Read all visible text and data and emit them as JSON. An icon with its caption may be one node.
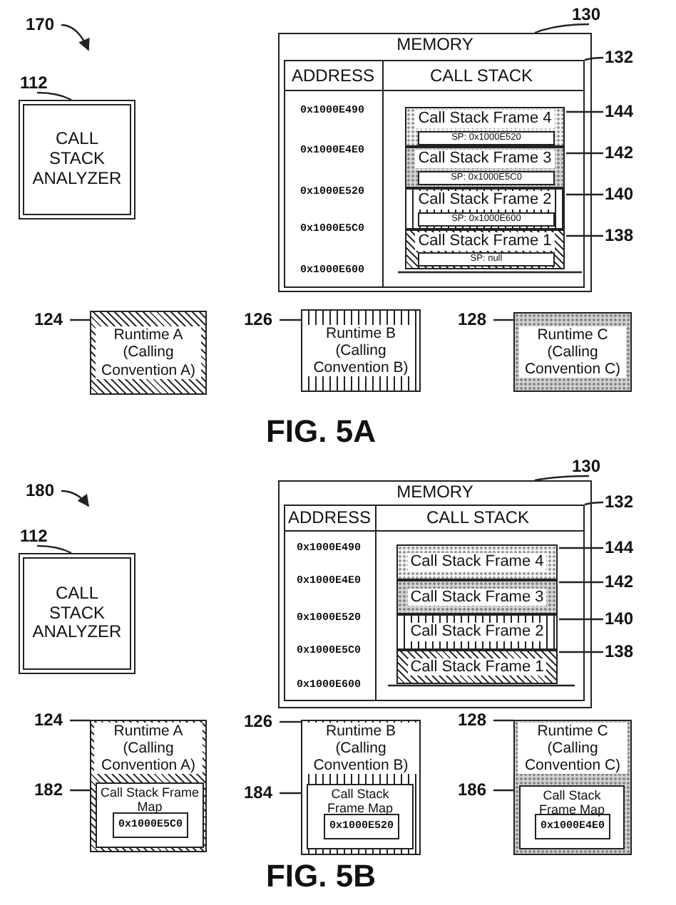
{
  "diagram": {
    "nodes": [
      {
        "text": [
          "170"
        ]
      },
      {
        "text": [
          "112"
        ]
      },
      {
        "text": [
          "CALL STACK ANALYZER"
        ]
      },
      {
        "text": [
          "130"
        ]
      },
      {
        "text": [
          "MEMORY"
        ]
      },
      {
        "text": [
          "132"
        ]
      },
      {
        "text": [
          "ADDRESS",
          "CALL STACK"
        ],
        "in": 4
      },
      {
        "text": [
          "144"
        ]
      },
      {
        "text": [
          "Call Stack Frame 4"
        ],
        "in": 6
      },
      {
        "text": [
          "SP: 0x1000E520"
        ],
        "in": 8
      },
      {
        "text": [
          "142"
        ]
      },
      {
        "text": [
          "Call Stack Frame 3"
        ],
        "in": 6
      },
      {
        "text": [
          "SP: 0x1000E5C0"
        ],
        "in": 11
      },
      {
        "text": [
          "140"
        ]
      },
      {
        "text": [
          "Call Stack Frame 2"
        ],
        "in": 6
      },
      {
        "text": [
          "SP: 0x1000E600"
        ],
        "in": 14
      },
      {
        "text": [
          "138"
        ]
      },
      {
        "text": [
          "Call Stack Frame 1"
        ],
        "in": 6
      },
      {
        "text": [
          "SP: null"
        ],
        "in": 17
      },
      {
        "text": [
          "124"
        ]
      },
      {
        "text": [
          "Runtime A (Calling Convention A)"
        ]
      },
      {
        "text": [
          "126"
        ]
      },
      {
        "text": [
          "Runtime B (Calling Convention B)"
        ]
      },
      {
        "text": [
          "128"
        ]
      },
      {
        "text": [
          "Runtime C (Calling Convention C)"
        ]
      },
      {
        "text": [
          "180"
        ]
      },
      {
        "text": [
          "112"
        ]
      },
      {
        "text": [
          "CALL STACK ANALYZER"
        ]
      },
      {
        "text": [
          "130"
        ]
      },
      {
        "text": [
          "MEMORY"
        ]
      },
      {
        "text": [
          "132"
        ]
      },
      {
        "text": [
          "ADDRESS",
          "CALL STACK"
        ],
        "in": 29
      },
      {
        "text": [
          "144"
        ]
      },
      {
        "text": [
          "Call Stack Frame 4"
        ],
        "in": 31
      },
      {
        "text": [
          "142"
        ]
      },
      {
        "text": [
          "Call Stack Frame 3"
        ],
        "in": 31
      },
      {
        "text": [
          "140"
        ]
      },
      {
        "text": [
          "Call Stack Frame 2"
        ],
        "in": 31
      },
      {
        "text": [
          "138"
        ]
      },
      {
        "text": [
          "Call Stack Frame 1"
        ],
        "in": 31
      },
      {
        "text": [
          "124"
        ]
      },
      {
        "text": [
          "Runtime A (Calling Convention A)"
        ]
      },
      {
        "text": [
          "182"
        ]
      },
      {
        "text": [
          "Call Stack Frame Map"
        ],
        "in": 41
      },
      {
        "text": [
          "0x1000E5C0"
        ],
        "in": 43
      },
      {
        "text": [
          "126"
        ]
      },
      {
        "text": [
          "Runtime B (Calling Convention B)"
        ]
      },
      {
        "text": [
          "184"
        ]
      },
      {
        "text": [
          "Call Stack Frame Map"
        ],
        "in": 46
      },
      {
        "text": [
          "0x1000E520"
        ],
        "in": 48
      },
      {
        "text": [
          "128"
        ]
      },
      {
        "text": [
          "Runtime C (Calling Convention C)"
        ]
      },
      {
        "text": [
          "186"
        ]
      },
      {
        "text": [
          "Call Stack Frame Map"
        ],
        "in": 51
      },
      {
        "text": [
          "0x1000E4E0"
        ],
        "in": 53
      }
    ],
    "edges": [
      {
        "from": 0,
        "to": null,
        "arrow": "to"
      },
      {
        "from": 1,
        "to": 2,
        "arrow": "none"
      },
      {
        "from": 3,
        "to": 4,
        "arrow": "none"
      },
      {
        "from": 5,
        "to": 6,
        "arrow": "none"
      },
      {
        "from": 7,
        "to": 8,
        "arrow": "none"
      },
      {
        "from": 10,
        "to": 11,
        "arrow": "none"
      },
      {
        "from": 13,
        "to": 14,
        "arrow": "none"
      },
      {
        "from": 16,
        "to": 17,
        "arrow": "none"
      },
      {
        "from": 19,
        "to": 20,
        "arrow": "none"
      },
      {
        "from": 21,
        "to": 22,
        "arrow": "none"
      },
      {
        "from": 23,
        "to": 24,
        "arrow": "none"
      },
      {
        "from": 25,
        "to": null,
        "arrow": "to"
      },
      {
        "from": 26,
        "to": 27,
        "arrow": "none"
      },
      {
        "from": 28,
        "to": 29,
        "arrow": "none"
      },
      {
        "from": 30,
        "to": 31,
        "arrow": "none"
      },
      {
        "from": 32,
        "to": 33,
        "arrow": "none"
      },
      {
        "from": 34,
        "to": 35,
        "arrow": "none"
      },
      {
        "from": 36,
        "to": 37,
        "arrow": "none"
      },
      {
        "from": 38,
        "to": 39,
        "arrow": "none"
      },
      {
        "from": 40,
        "to": 41,
        "arrow": "none"
      },
      {
        "from": 42,
        "to": 43,
        "arrow": "none"
      },
      {
        "from": 45,
        "to": 46,
        "arrow": "none"
      },
      {
        "from": 47,
        "to": 48,
        "arrow": "none"
      },
      {
        "from": 50,
        "to": 51,
        "arrow": "none"
      },
      {
        "from": 52,
        "to": 53,
        "arrow": "none"
      }
    ],
    "labels": [
      "0x1000E490",
      "0x1000E4E0",
      "0x1000E520",
      "0x1000E5C0",
      "0x1000E600",
      "FIG. 5A",
      "0x1000E490",
      "0x1000E4E0",
      "0x1000E520",
      "0x1000E5C0",
      "0x1000E600",
      "FIG. 5B"
    ]
  }
}
